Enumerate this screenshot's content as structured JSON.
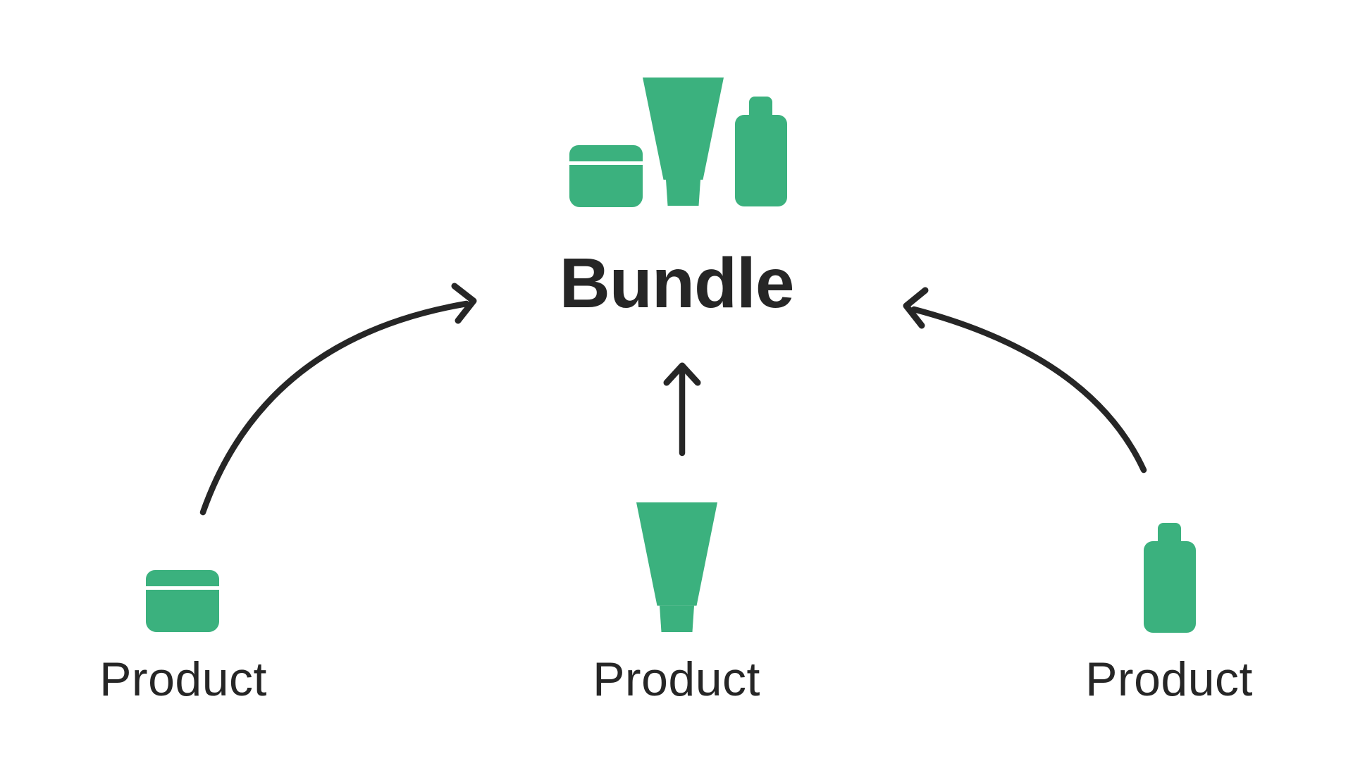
{
  "diagram": {
    "bundle": {
      "label": "Bundle",
      "icons": [
        "jar-icon",
        "tube-icon",
        "bottle-icon"
      ]
    },
    "products": [
      {
        "label": "Product",
        "icon": "jar-icon"
      },
      {
        "label": "Product",
        "icon": "tube-icon"
      },
      {
        "label": "Product",
        "icon": "bottle-icon"
      }
    ],
    "arrows": [
      {
        "name": "curved-arrow-left",
        "from": "product-jar",
        "to": "bundle"
      },
      {
        "name": "straight-arrow-up",
        "from": "product-tube",
        "to": "bundle"
      },
      {
        "name": "curved-arrow-right",
        "from": "product-bottle",
        "to": "bundle"
      }
    ],
    "colors": {
      "green": "#3BB17E",
      "ink": "#262626",
      "background": "#FFFFFF"
    }
  }
}
